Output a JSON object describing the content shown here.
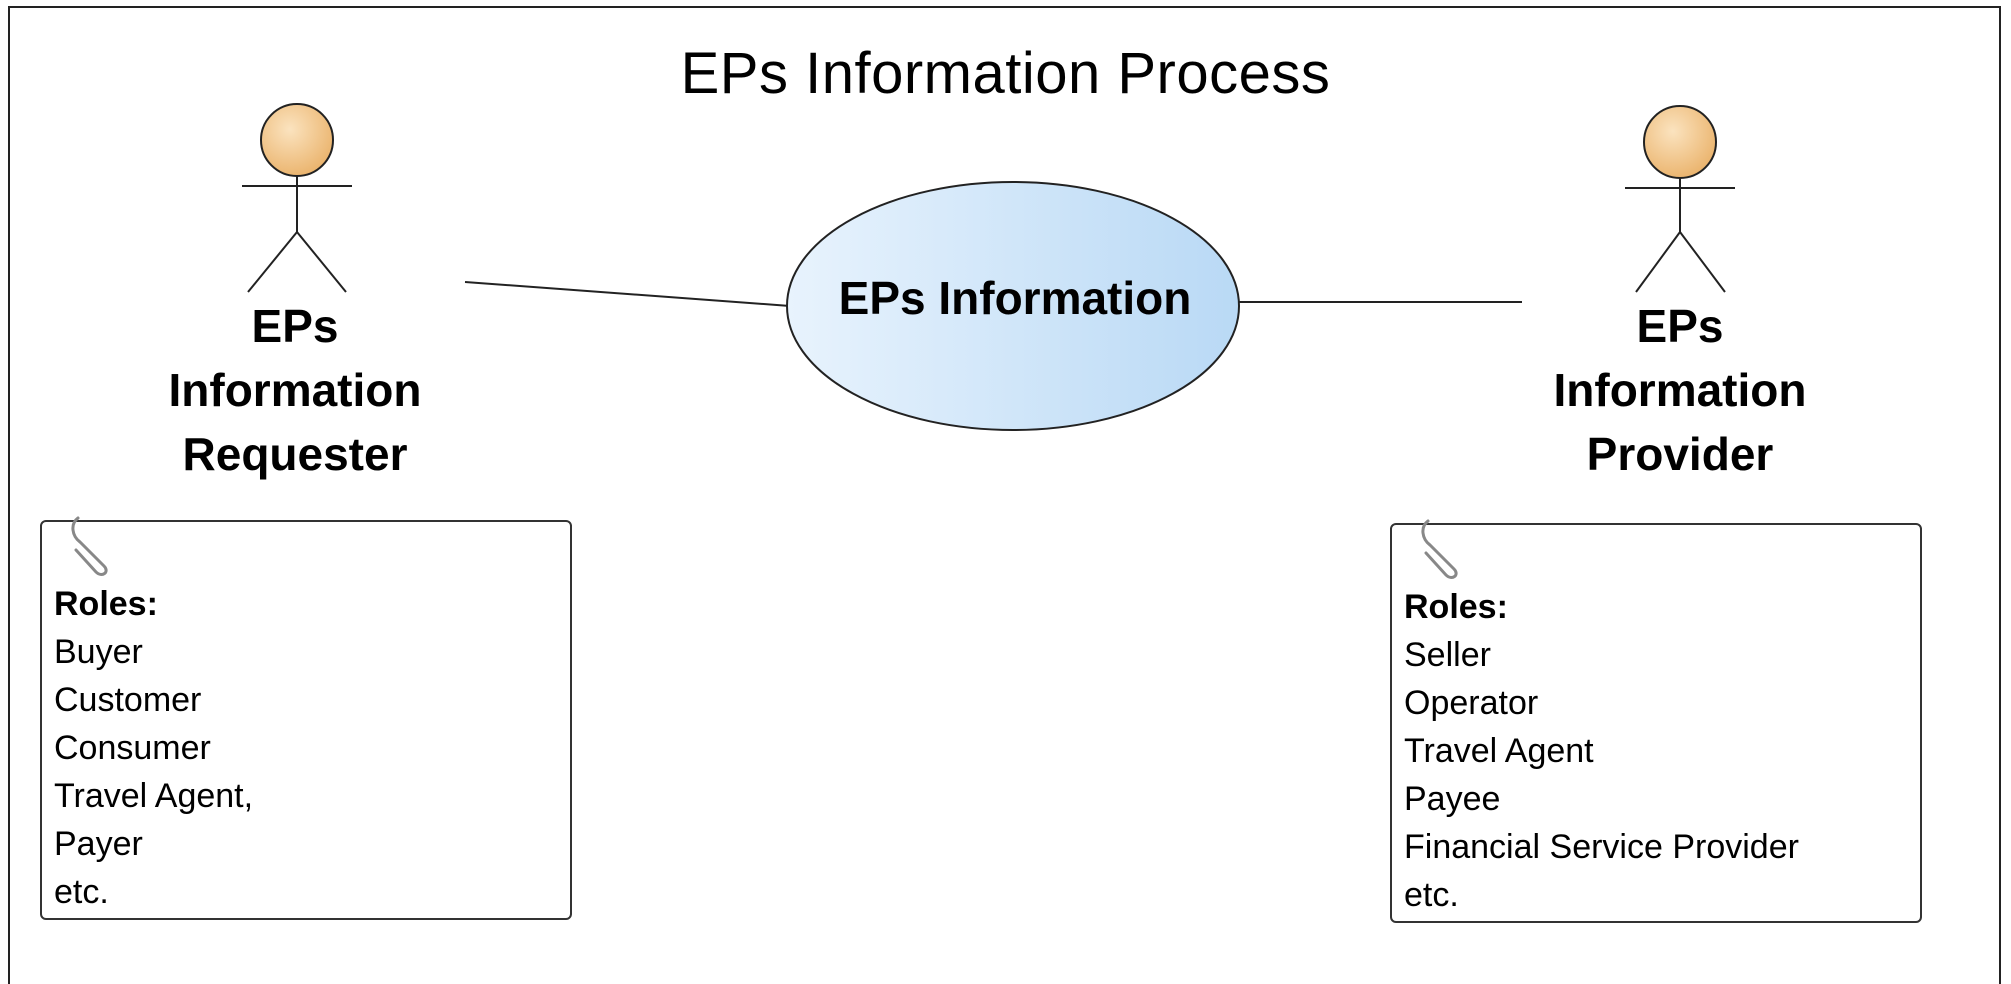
{
  "title": "EPs Information Process",
  "use_case": {
    "label": "EPs Information"
  },
  "actors": {
    "requester": {
      "line1": "EPs",
      "line2": "Information",
      "line3": "Requester"
    },
    "provider": {
      "line1": "EPs",
      "line2": "Information",
      "line3": "Provider"
    }
  },
  "notes": {
    "requester": {
      "heading": "Roles:",
      "items": [
        "Buyer",
        "Customer",
        "Consumer",
        "Travel Agent,",
        "Payer",
        "etc."
      ]
    },
    "provider": {
      "heading": "Roles:",
      "items": [
        "Seller",
        "Operator",
        "Travel Agent",
        "Payee",
        "Financial Service Provider",
        "etc."
      ]
    }
  },
  "colors": {
    "actor_head": "#f2c88a",
    "use_case_fill_left": "#e8f3fd",
    "use_case_fill_right": "#b9d9f5",
    "line": "#222222"
  }
}
